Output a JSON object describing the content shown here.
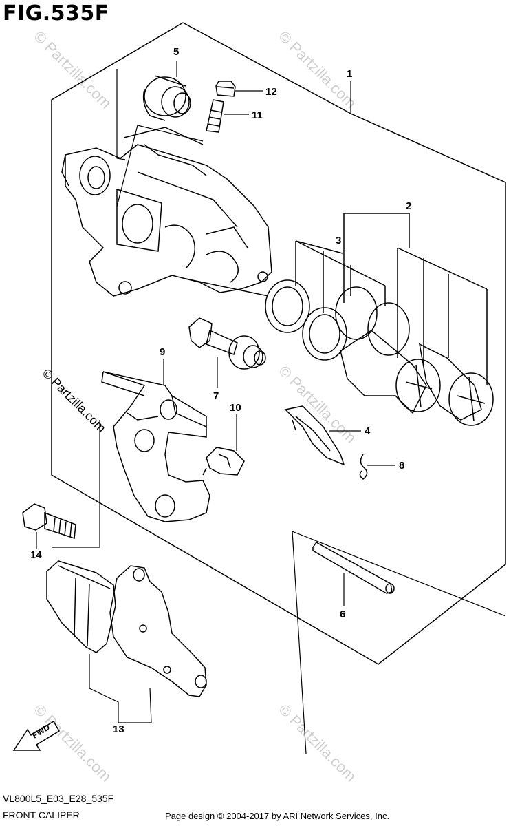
{
  "figure": {
    "title": "FIG.535F",
    "model_code": "VL800L5_E03_E28_535F",
    "section_name": "FRONT CALIPER",
    "copyright": "Page design © 2004-2017 by ARI Network Services, Inc."
  },
  "watermark": {
    "text": "© Partzilla.com"
  },
  "direction_arrow": {
    "label": "FWD"
  },
  "callouts": [
    "1",
    "2",
    "3",
    "4",
    "5",
    "6",
    "7",
    "8",
    "9",
    "10",
    "11",
    "12",
    "13",
    "14"
  ]
}
